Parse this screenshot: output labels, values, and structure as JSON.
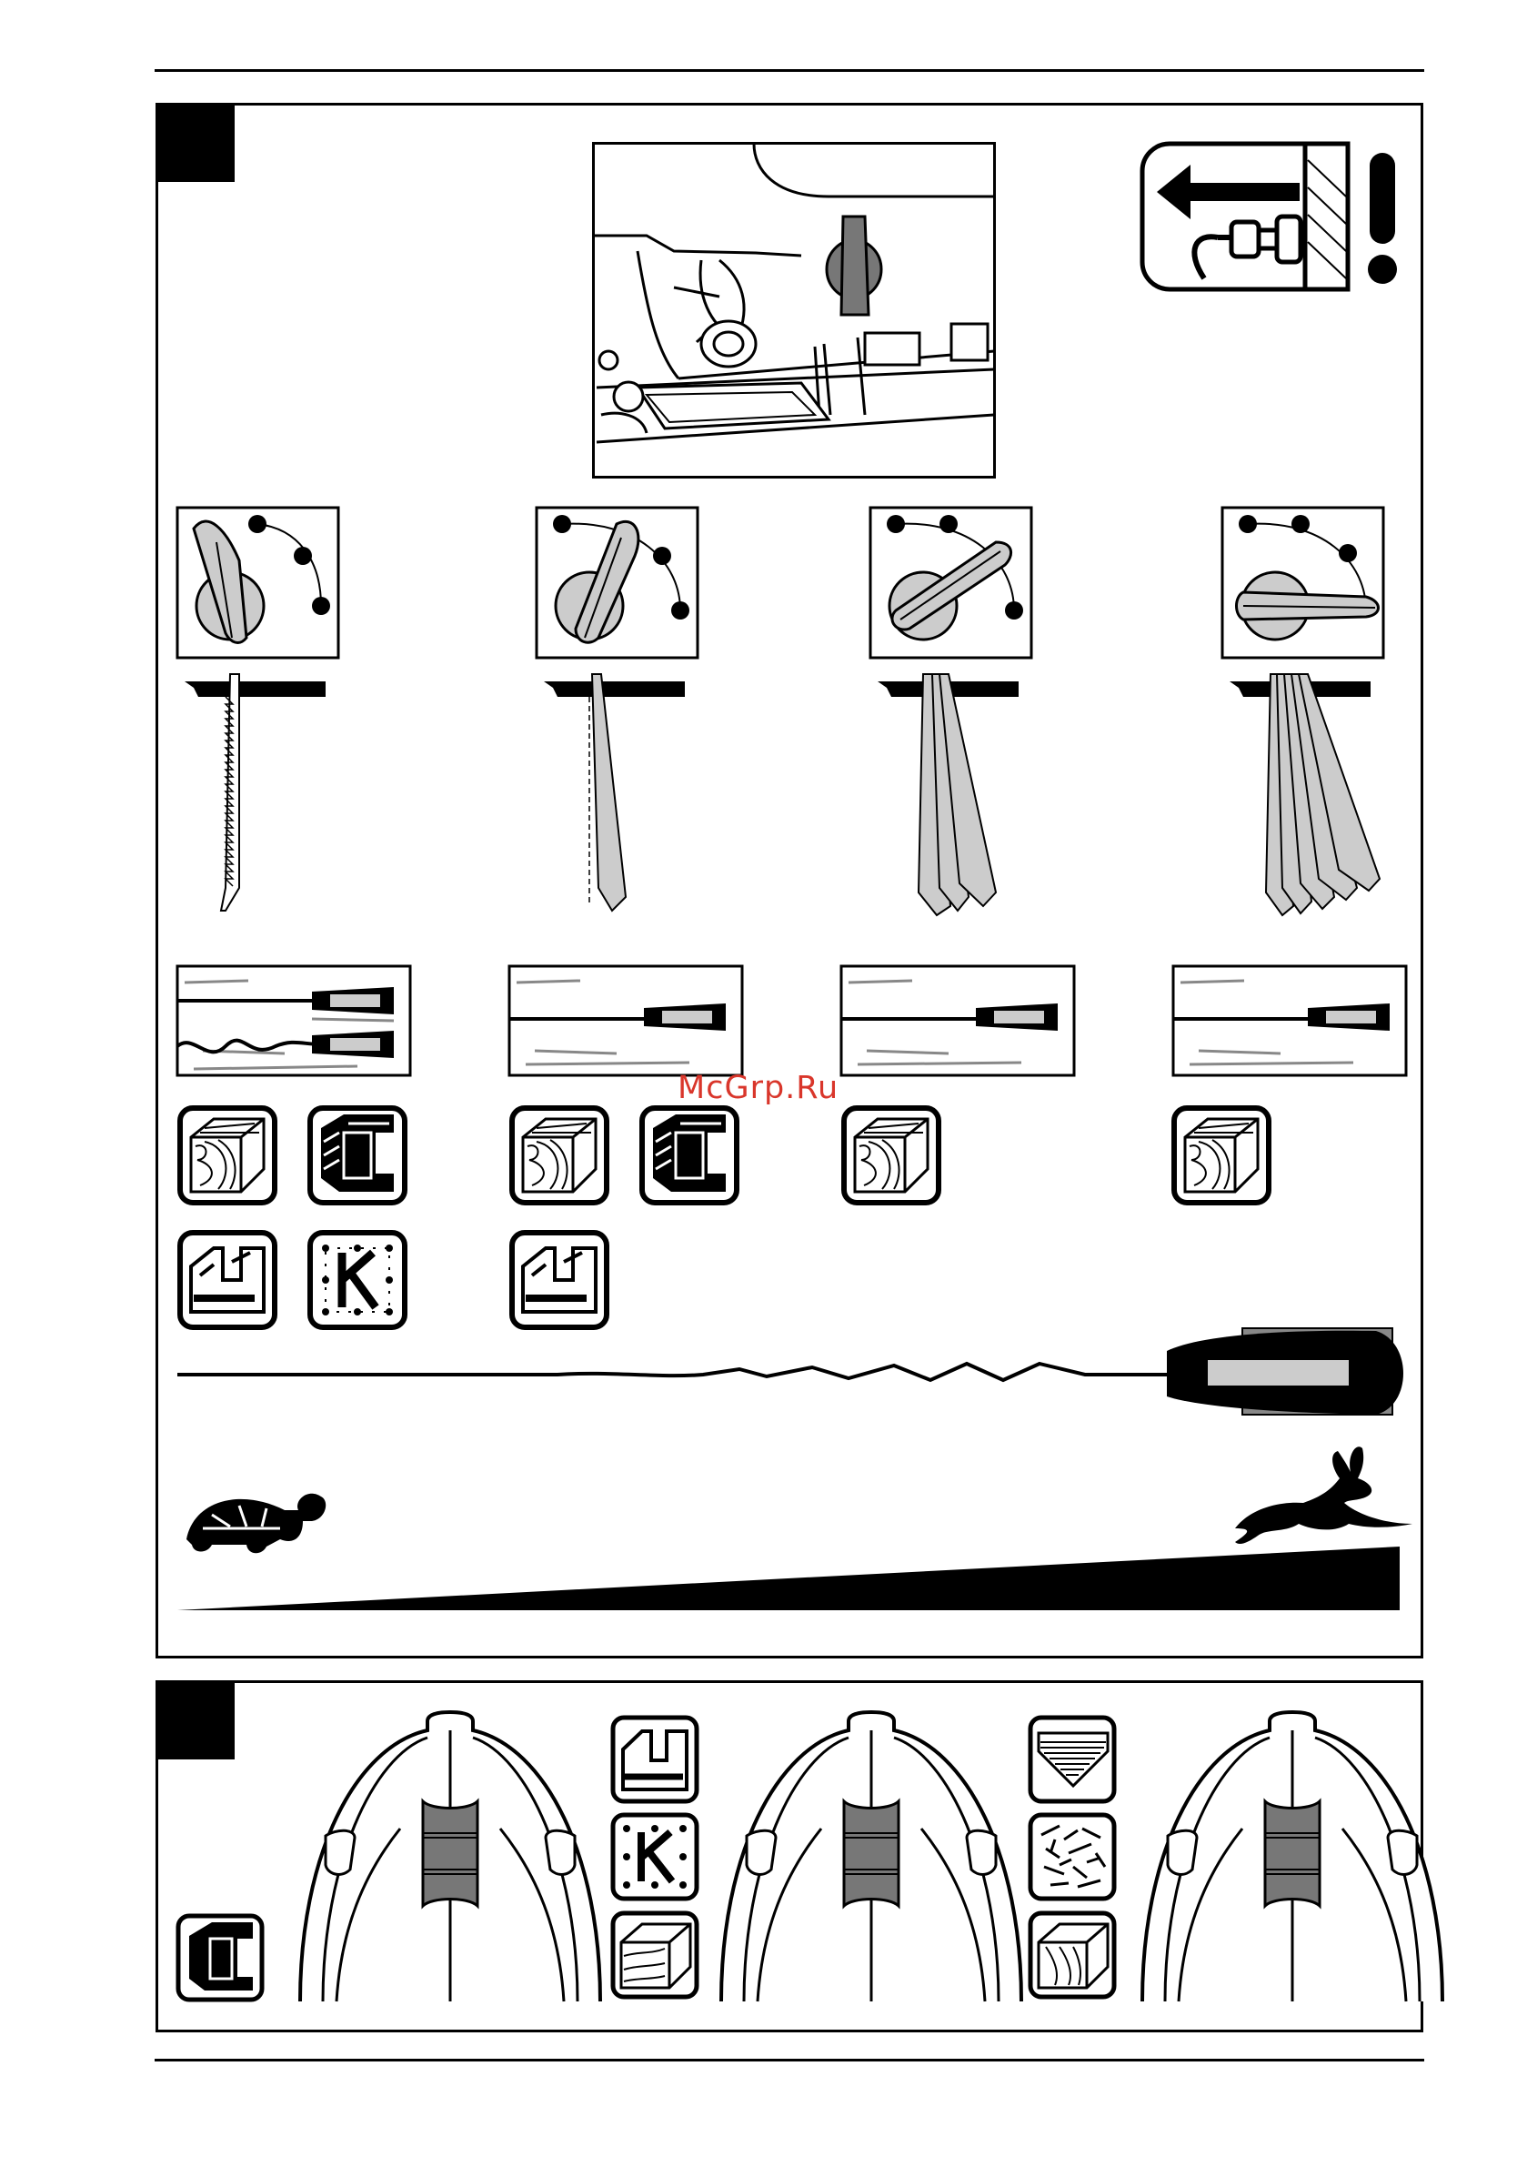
{
  "watermark": "McGrp.Ru",
  "colors": {
    "ink": "#000000",
    "grey": "#9a9a9a",
    "light_grey": "#d0d0d0",
    "watermark": "#d9362b"
  },
  "figure_top": {
    "settings_count": 4,
    "icons": [
      "unplug-warning-icon",
      "pendulum-knob-closeup",
      "speed-scale-tortoise-hare"
    ],
    "material_rows": [
      [
        "wood-icon",
        "metal-profile-icon",
        "aluminium-profile-icon",
        "plastic-k-icon"
      ],
      [
        "wood-icon",
        "metal-profile-icon",
        "aluminium-profile-icon"
      ],
      [
        "wood-icon"
      ],
      [
        "wood-icon"
      ]
    ]
  },
  "figure_bottom": {
    "icons": [
      "metal-profile-icon",
      "aluminium-profile-icon",
      "plastic-k-icon",
      "endgrain-wood-icon",
      "veneer-icon",
      "chipboard-icon",
      "plank-wood-icon"
    ]
  }
}
